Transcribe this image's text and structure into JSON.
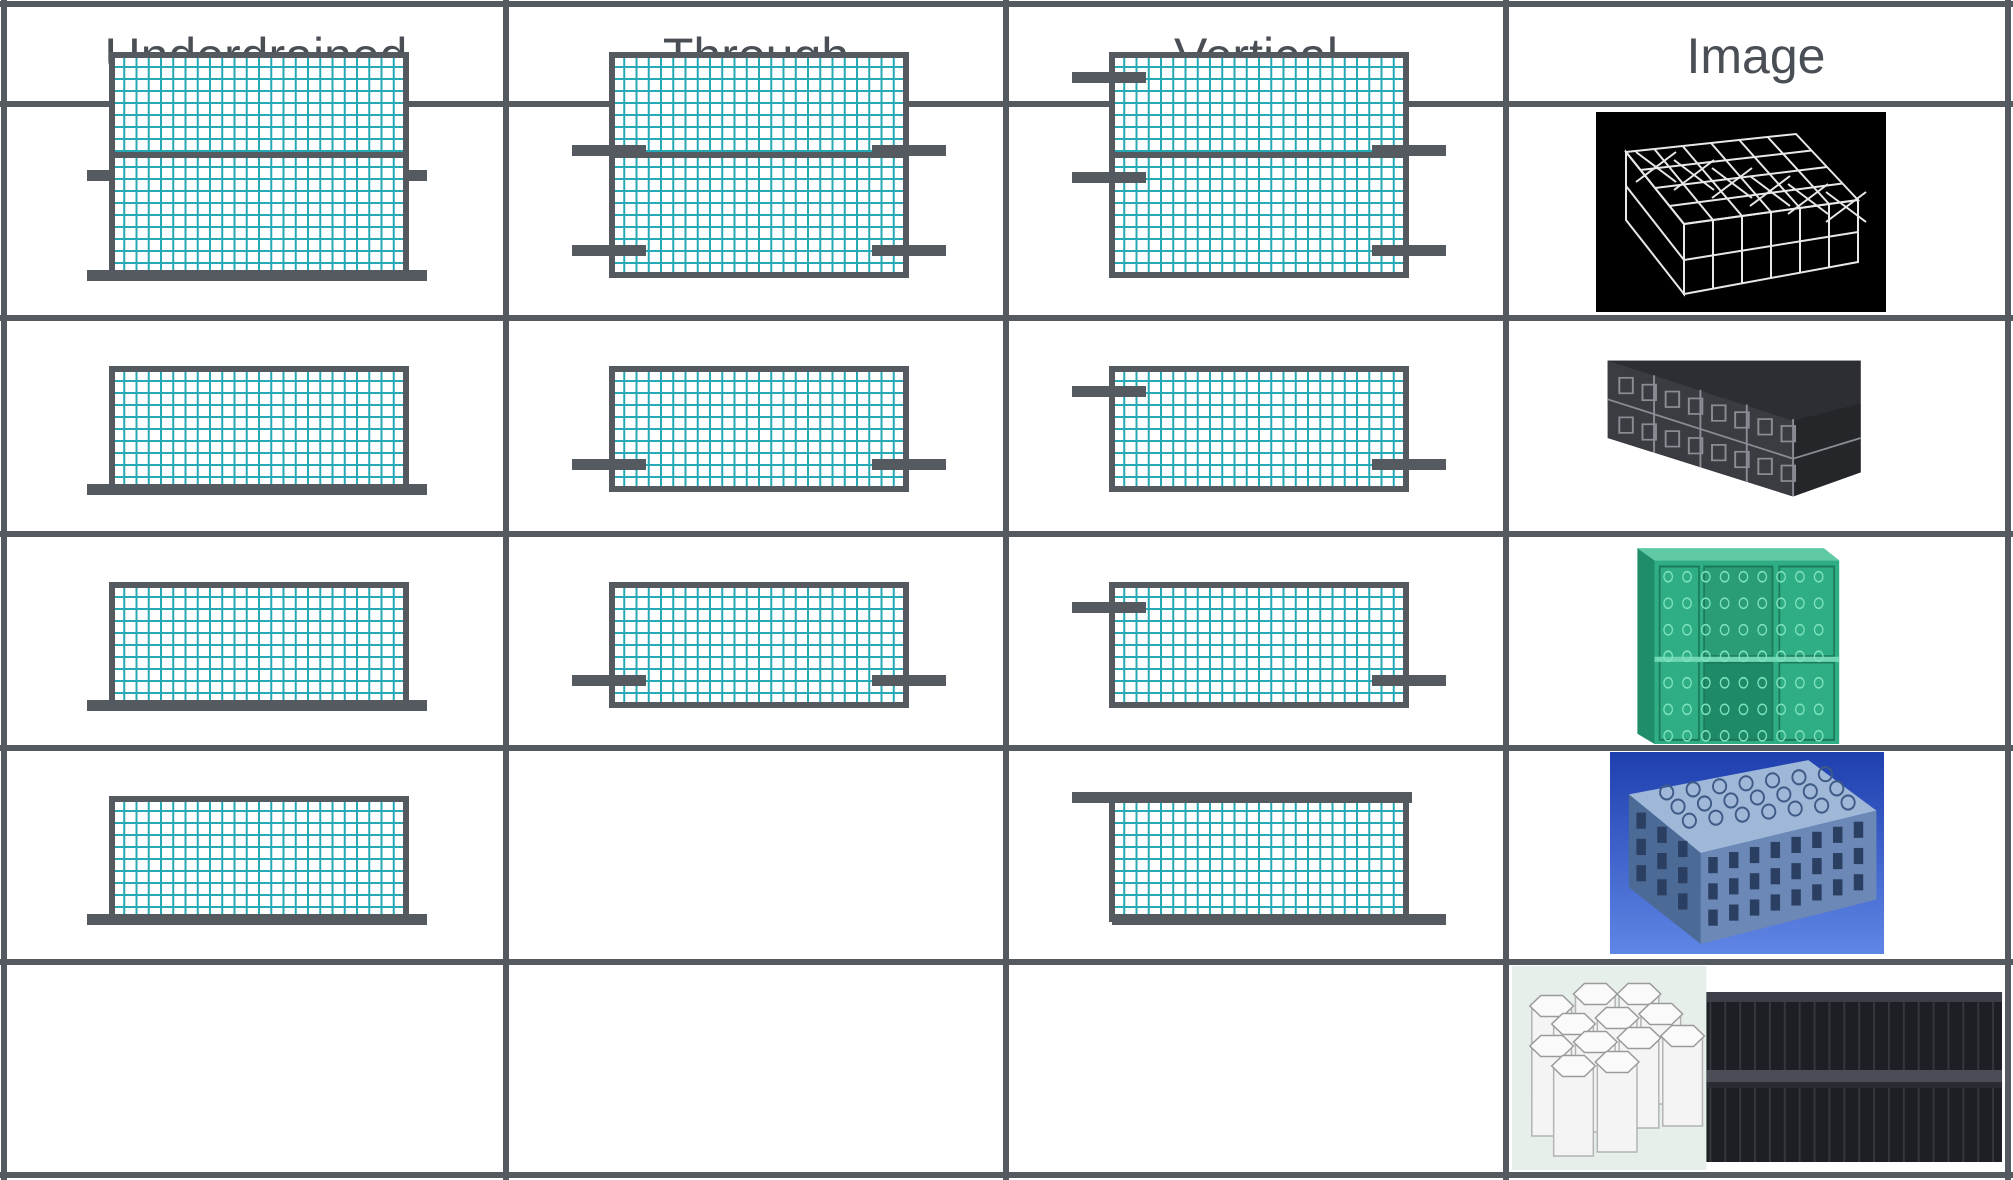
{
  "headers": {
    "underdrained": "Underdrained",
    "through": "Through",
    "vertical": "Vertical",
    "image": "Image"
  },
  "colors": {
    "border": "#555960",
    "grid": "#26a9b5",
    "pipe": "#555960",
    "header_text": "#4a4e55"
  },
  "rows": [
    {
      "underdrained": true,
      "through": true,
      "vertical": "pipes",
      "image": "dark-crate-on-black"
    },
    {
      "underdrained": true,
      "through": true,
      "vertical": "pipes",
      "image": "black-crate-stack"
    },
    {
      "underdrained": true,
      "through": true,
      "vertical": "pipes",
      "image": "green-crate"
    },
    {
      "underdrained": true,
      "through": true,
      "vertical": "pipes",
      "image": "blue-crate"
    },
    {
      "underdrained": true,
      "through": false,
      "vertical": "cap",
      "image": "hexagon-cells-and-black-blocks"
    }
  ]
}
